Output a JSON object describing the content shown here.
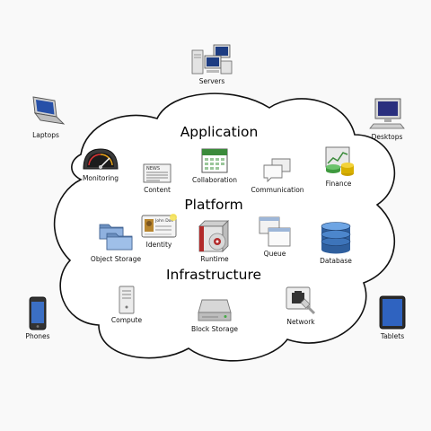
{
  "cloud": {
    "layers": {
      "application": "Application",
      "platform": "Platform",
      "infrastructure": "Infrastructure"
    },
    "application_services": {
      "monitoring": "Monitoring",
      "content": "Content",
      "collaboration": "Collaboration",
      "communication": "Communication",
      "finance": "Finance"
    },
    "platform_services": {
      "object_storage": "Object Storage",
      "identity": "Identity",
      "runtime": "Runtime",
      "queue": "Queue",
      "database": "Database"
    },
    "infrastructure_services": {
      "compute": "Compute",
      "block_storage": "Block Storage",
      "network": "Network"
    }
  },
  "clients": {
    "servers": "Servers",
    "laptops": "Laptops",
    "desktops": "Desktops",
    "phones": "Phones",
    "tablets": "Tablets"
  },
  "icon_text": {
    "content_news": "NEWS",
    "identity_name": "John Doe"
  }
}
